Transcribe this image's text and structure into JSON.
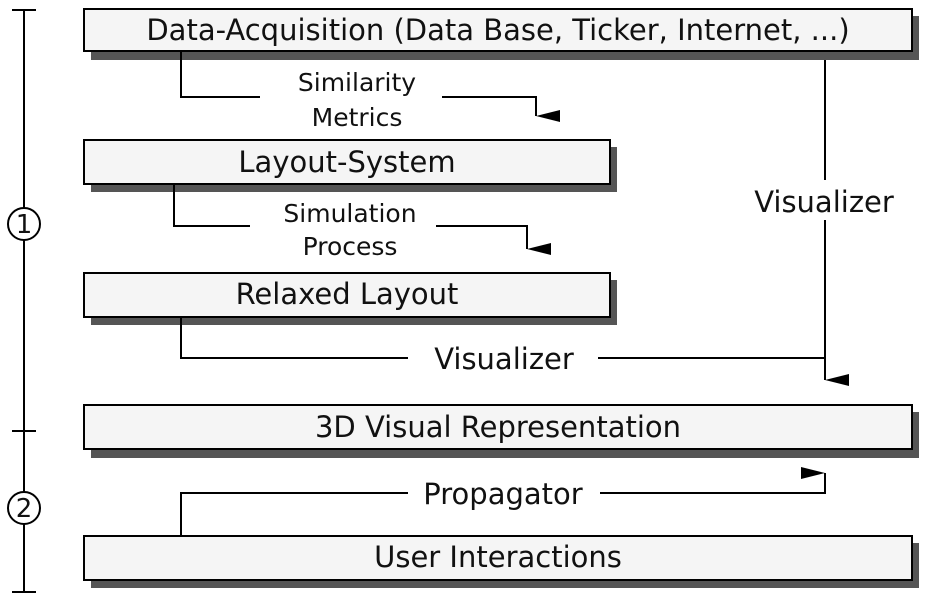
{
  "boxes": {
    "acquisition": "Data-Acquisition (Data Base, Ticker, Internet, ...)",
    "layout_system": "Layout-System",
    "relaxed_layout": "Relaxed Layout",
    "visual_representation": "3D Visual Representation",
    "user_interactions": "User Interactions"
  },
  "edges": {
    "similarity_line1": "Similarity",
    "similarity_line2": "Metrics",
    "simulation_line1": "Simulation",
    "simulation_line2": "Process",
    "visualizer_horizontal": "Visualizer",
    "visualizer_vertical": "Visualizer",
    "propagator": "Propagator"
  },
  "phases": {
    "phase1": "1",
    "phase2": "2"
  },
  "colors": {
    "box_fill": "#f5f5f5",
    "shadow": "#555555",
    "line": "#000000"
  }
}
